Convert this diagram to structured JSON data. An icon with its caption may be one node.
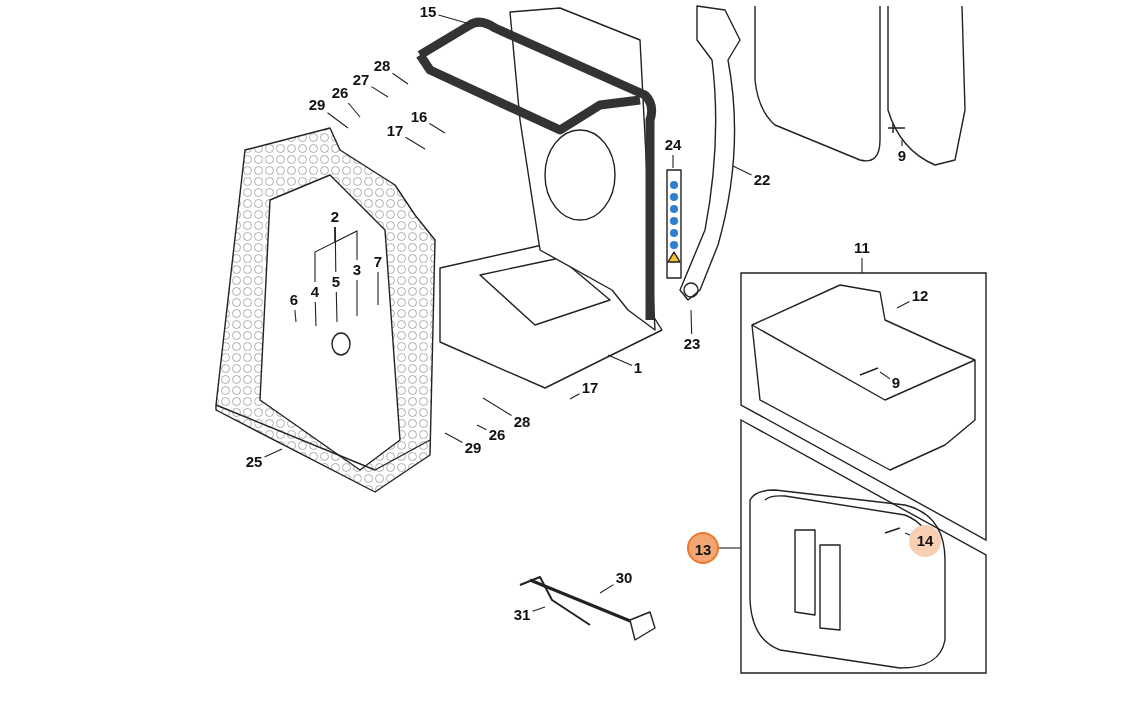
{
  "diagram": {
    "nodes": [
      {
        "text": [
          "15"
        ]
      },
      {
        "text": [
          "28"
        ]
      },
      {
        "text": [
          "27"
        ]
      },
      {
        "text": [
          "26"
        ]
      },
      {
        "text": [
          "29"
        ]
      },
      {
        "text": [
          "16"
        ]
      },
      {
        "text": [
          "17"
        ]
      },
      {
        "text": [
          "24"
        ]
      },
      {
        "text": [
          "22"
        ]
      },
      {
        "text": [
          "9"
        ]
      },
      {
        "text": [
          "2"
        ]
      },
      {
        "text": [
          "3"
        ]
      },
      {
        "text": [
          "7"
        ]
      },
      {
        "text": [
          "5"
        ]
      },
      {
        "text": [
          "4"
        ]
      },
      {
        "text": [
          "6"
        ]
      },
      {
        "text": [
          "11"
        ]
      },
      {
        "text": [],
        "shape": "box"
      },
      {
        "text": [
          "12"
        ],
        "in": 17
      },
      {
        "text": [
          "23"
        ]
      },
      {
        "text": [
          "9"
        ],
        "in": 17
      },
      {
        "text": [
          "1"
        ]
      },
      {
        "text": [
          "17"
        ]
      },
      {
        "text": [
          "28"
        ]
      },
      {
        "text": [
          "26"
        ]
      },
      {
        "text": [
          "29"
        ]
      },
      {
        "text": [
          "25"
        ]
      },
      {
        "text": [],
        "shape": "box"
      },
      {
        "text": [
          "13"
        ]
      },
      {
        "text": [
          "14"
        ],
        "in": 27
      },
      {
        "text": [
          "30"
        ]
      },
      {
        "text": [
          "31"
        ]
      }
    ],
    "edges": [
      {
        "from": 0,
        "to": null,
        "arrow": "none"
      },
      {
        "from": 1,
        "to": null,
        "arrow": "none"
      },
      {
        "from": 2,
        "to": null,
        "arrow": "none"
      },
      {
        "from": 3,
        "to": null,
        "arrow": "none"
      },
      {
        "from": 4,
        "to": null,
        "arrow": "none"
      },
      {
        "from": 5,
        "to": null,
        "arrow": "none"
      },
      {
        "from": 6,
        "to": null,
        "arrow": "none"
      },
      {
        "from": 7,
        "to": null,
        "arrow": "none"
      },
      {
        "from": 8,
        "to": null,
        "arrow": "none"
      },
      {
        "from": 9,
        "to": null,
        "arrow": "none"
      },
      {
        "from": 10,
        "to": 14,
        "arrow": "none"
      },
      {
        "from": 10,
        "to": 13,
        "arrow": "none"
      },
      {
        "from": 10,
        "to": 11,
        "arrow": "none"
      },
      {
        "from": 11,
        "to": null,
        "arrow": "none"
      },
      {
        "from": 12,
        "to": null,
        "arrow": "none"
      },
      {
        "from": 13,
        "to": null,
        "arrow": "none"
      },
      {
        "from": 14,
        "to": null,
        "arrow": "none"
      },
      {
        "from": 15,
        "to": null,
        "arrow": "none"
      },
      {
        "from": 16,
        "to": 17,
        "arrow": "none"
      },
      {
        "from": 18,
        "to": null,
        "arrow": "none"
      },
      {
        "from": 19,
        "to": null,
        "arrow": "none"
      },
      {
        "from": 20,
        "to": null,
        "arrow": "none"
      },
      {
        "from": 21,
        "to": null,
        "arrow": "none"
      },
      {
        "from": 22,
        "to": null,
        "arrow": "none"
      },
      {
        "from": 23,
        "to": null,
        "arrow": "none"
      },
      {
        "from": 24,
        "to": null,
        "arrow": "none"
      },
      {
        "from": 25,
        "to": null,
        "arrow": "none"
      },
      {
        "from": 26,
        "to": null,
        "arrow": "none"
      },
      {
        "from": 28,
        "to": 27,
        "arrow": "none"
      },
      {
        "from": 29,
        "to": null,
        "arrow": "none"
      },
      {
        "from": 30,
        "to": null,
        "arrow": "none"
      },
      {
        "from": 31,
        "to": null,
        "arrow": "none"
      }
    ]
  }
}
